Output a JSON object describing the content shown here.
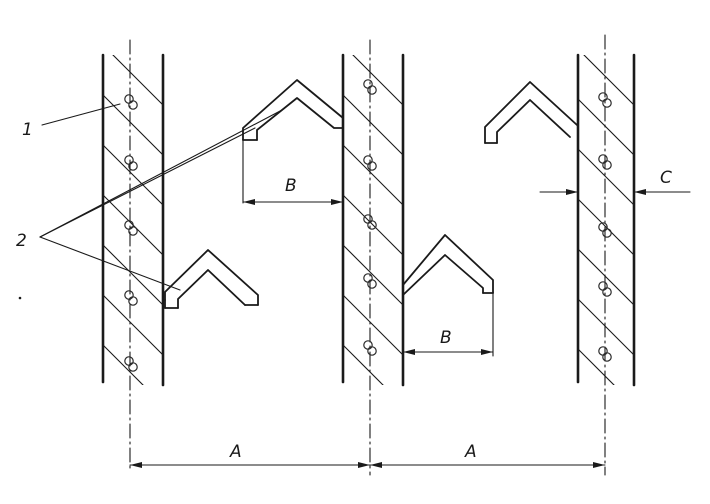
{
  "labels": {
    "callout_1": "1",
    "callout_2": "2",
    "dim_A_left": "A",
    "dim_A_right": "A",
    "dim_B_top": "B",
    "dim_B_bottom": "B",
    "dim_C": "C"
  }
}
